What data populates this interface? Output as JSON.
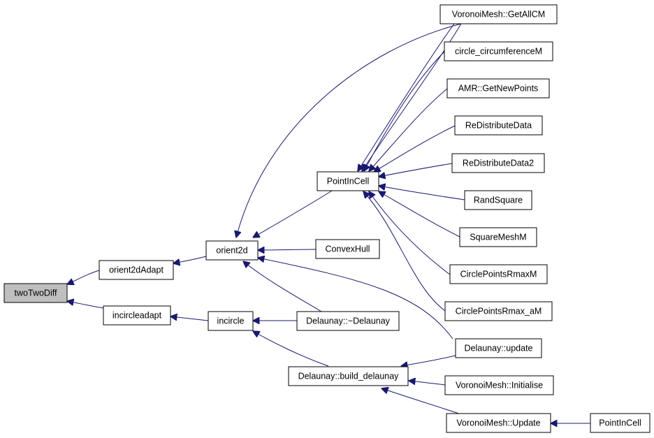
{
  "colors": {
    "edge": "#191970",
    "root_fill": "#bfbfbf",
    "node_fill": "#ffffff",
    "node_border": "#000000"
  },
  "nodes": {
    "twoTwoDiff": "twoTwoDiff",
    "orient2dAdapt": "orient2dAdapt",
    "incircleadapt": "incircleadapt",
    "orient2d": "orient2d",
    "incircle": "incircle",
    "PointInCell": "PointInCell",
    "ConvexHull": "ConvexHull",
    "DelaunayDtor": "Delaunay::~Delaunay",
    "DelaunayBuild": "Delaunay::build_delaunay",
    "VoronoiGetAllCM": "VoronoiMesh::GetAllCM",
    "circleCircumferenceM": "circle_circumferenceM",
    "AMRGetNewPoints": "AMR::GetNewPoints",
    "ReDistributeData": "ReDistributeData",
    "ReDistributeData2": "ReDistributeData2",
    "RandSquare": "RandSquare",
    "SquareMeshM": "SquareMeshM",
    "CirclePointsRmaxM": "CirclePointsRmaxM",
    "CirclePointsRmaxaM": "CirclePointsRmax_aM",
    "DelaunayUpdate": "Delaunay::update",
    "VoronoiInitialise": "VoronoiMesh::Initialise",
    "VoronoiUpdate": "VoronoiMesh::Update",
    "PointInCell2": "PointInCell"
  }
}
